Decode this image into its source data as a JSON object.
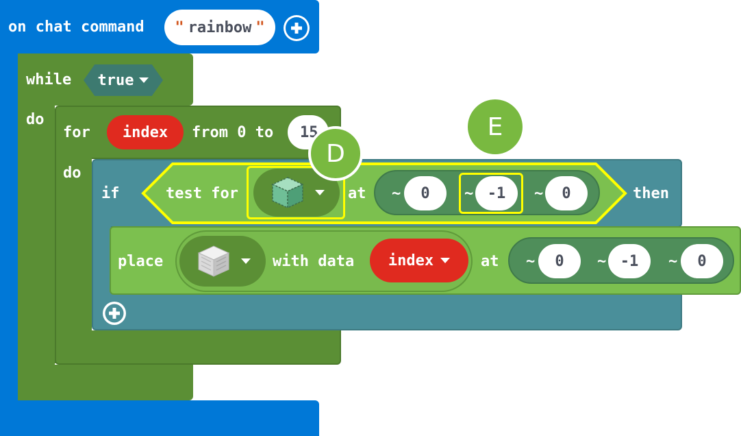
{
  "event_block": {
    "label": "on chat command",
    "command_value": "rainbow",
    "quote_open": "\"",
    "quote_close": "\"",
    "add_icon": "plus-circle-icon",
    "color": "#0078d7"
  },
  "while_block": {
    "label": "while",
    "condition": "true",
    "do_label": "do",
    "color": "#5b8f35"
  },
  "for_block": {
    "label": "for",
    "variable": "index",
    "from_label": "from 0 to",
    "to_value": "15",
    "do_label": "do"
  },
  "if_block": {
    "label": "if",
    "then_label": "then",
    "add_icon": "plus-circle-icon",
    "color": "#4a8f9a"
  },
  "test_for": {
    "label": "test for",
    "block_icon": "glass-block-icon",
    "at_label": "at",
    "coords": [
      {
        "tilde": "~",
        "value": "0"
      },
      {
        "tilde": "~",
        "value": "-1"
      },
      {
        "tilde": "~",
        "value": "0"
      }
    ],
    "highlight_color": "#ffff00"
  },
  "place": {
    "label": "place",
    "block_icon": "wool-block-icon",
    "with_data_label": "with data",
    "variable": "index",
    "at_label": "at",
    "coords": [
      {
        "tilde": "~",
        "value": "0"
      },
      {
        "tilde": "~",
        "value": "-1"
      },
      {
        "tilde": "~",
        "value": "0"
      }
    ],
    "color": "#7cc04f"
  },
  "callouts": {
    "d": "D",
    "e": "E"
  }
}
